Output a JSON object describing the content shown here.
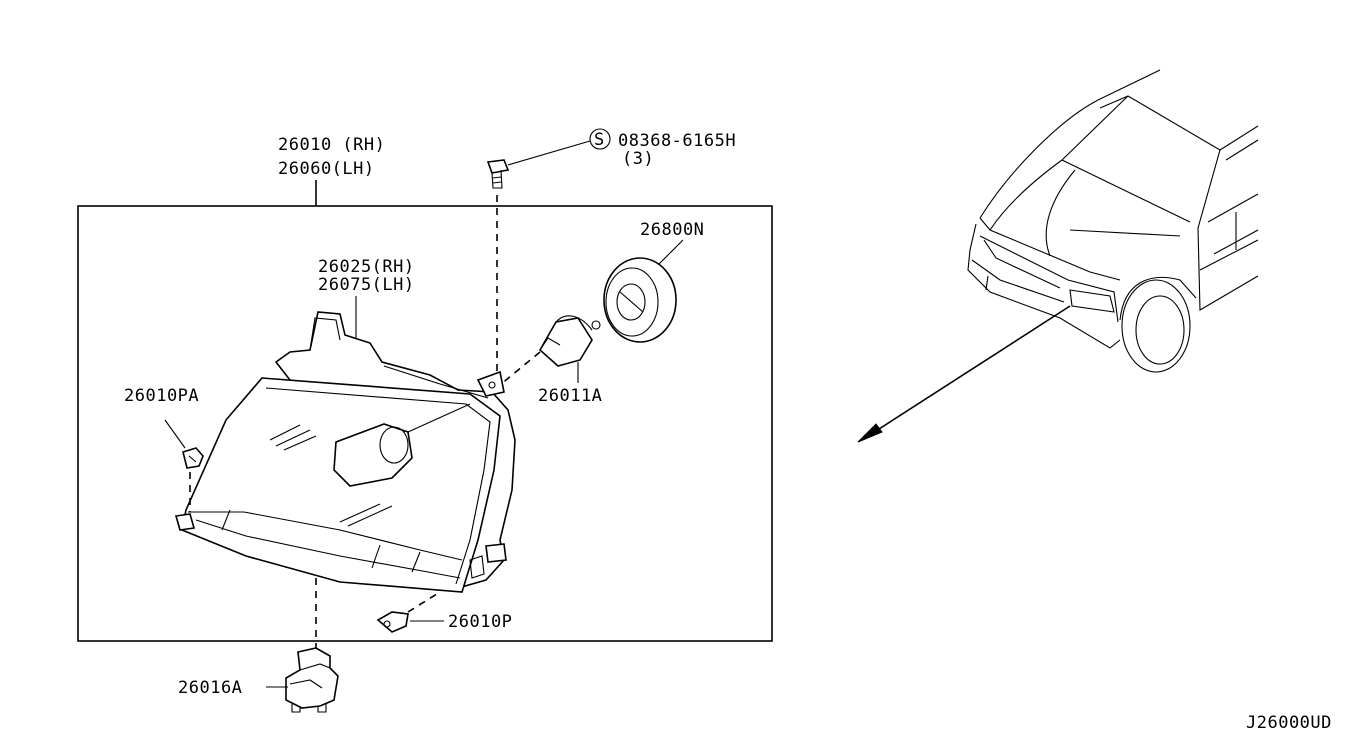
{
  "diagram": {
    "callouts": {
      "headlamp_rh": "26010 (RH)",
      "headlamp_lh": "26060(LH)",
      "bolt_part": "08368-6165H",
      "bolt_qty": "(3)",
      "bolt_symbol": "S",
      "bulb_cover": "26800N",
      "housing_rh": "26025(RH)",
      "housing_lh": "26075(LH)",
      "bulb": "26011A",
      "clip_pa": "26010PA",
      "clip_p": "26010P",
      "bracket": "26016A"
    },
    "figure_code": "J26000UD"
  }
}
